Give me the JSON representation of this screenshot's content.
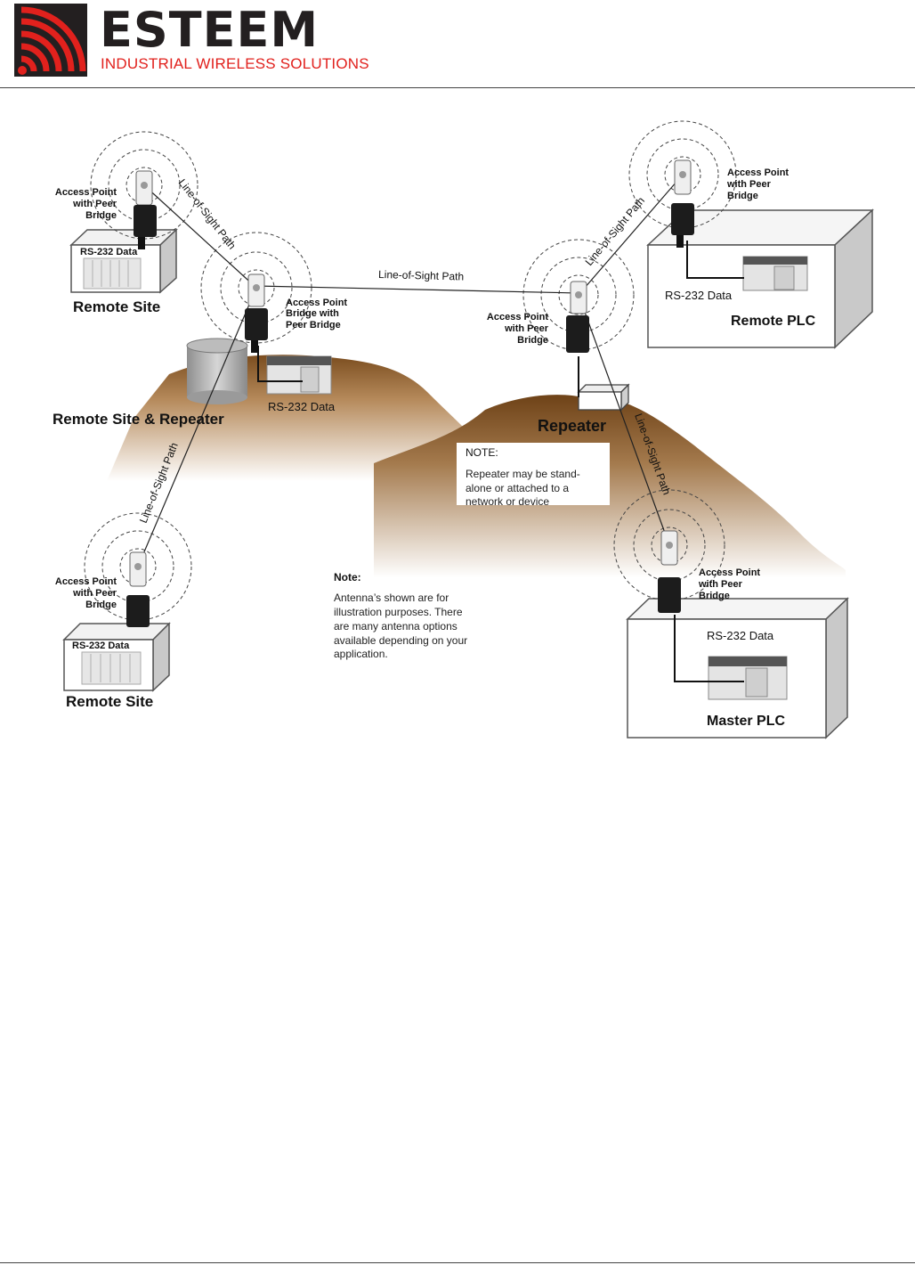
{
  "header": {
    "brand_name": "ESTEEM",
    "tagline": "INDUSTRIAL WIRELESS SOLUTIONS",
    "logo_icon": "wireless-waves-logo-icon",
    "brand_color": "#e1211d"
  },
  "diagram": {
    "sites": {
      "remote_site_top": "Remote Site",
      "remote_site_repeater": "Remote Site & Repeater",
      "repeater": "Repeater",
      "remote_plc": "Remote PLC",
      "remote_site_bottom": "Remote Site",
      "master_plc": "Master PLC"
    },
    "radios": {
      "top_left": [
        "Access Point",
        "with Peer",
        "Bridge"
      ],
      "middle_left": [
        "Access Point",
        "Bridge with",
        "Peer Bridge"
      ],
      "repeater": [
        "Access Point",
        "with Peer",
        "Bridge"
      ],
      "top_right": [
        "Access Point",
        "with Peer",
        "Bridge"
      ],
      "bottom_left": [
        "Access Point",
        "with Peer",
        "Bridge"
      ],
      "bottom_right": [
        "Access Point",
        "with Peer",
        "Bridge"
      ]
    },
    "data_labels": {
      "top_left": "RS-232 Data",
      "middle": "RS-232  Data",
      "remote_plc": "RS-232  Data",
      "bottom_left": "RS-232 Data",
      "master_plc": "RS-232  Data"
    },
    "paths": {
      "top_left_to_middle": "Line-of-Sight  Path",
      "middle_to_repeater": "Line-of-Sight  Path",
      "repeater_to_top_right": "Line-of-Sight  Path",
      "repeater_to_master": "Line-of-Sight  Path",
      "middle_to_bottom_left": "Line-of-Sight  Path"
    },
    "repeater_note": {
      "title": "NOTE:",
      "lines": [
        "Repeater  may  be  stand-",
        "alone  or  attached  to a",
        "network  or  device"
      ]
    },
    "antenna_note": {
      "title": "Note:",
      "lines": [
        "Antenna’s shown  are  for",
        "illustration purposes.   There",
        "are  many antenna options",
        "available  depending  on  your",
        "application."
      ]
    }
  }
}
